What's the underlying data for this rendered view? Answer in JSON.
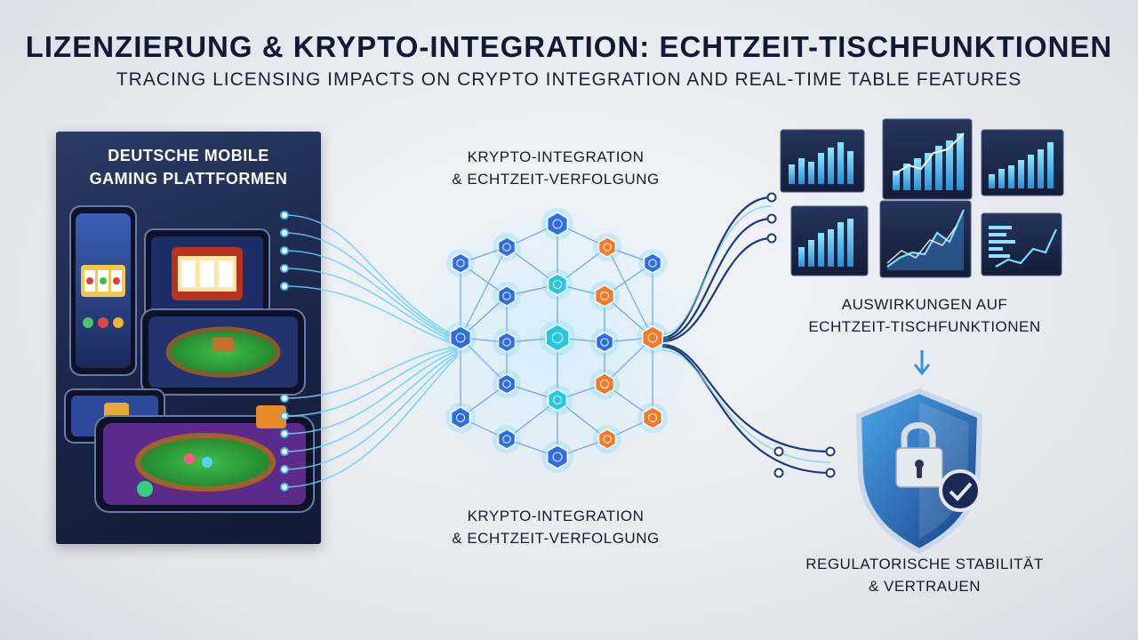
{
  "header": {
    "title": "Lizenzierung & Krypto-Integration: Echtzeit-Tischfunktionen",
    "subtitle": "Tracing Licensing Impacts on Crypto Integration and Real-Time Table Features"
  },
  "left_panel": {
    "title_line1": "Deutsche Mobile",
    "title_line2": "Gaming Plattformen"
  },
  "network": {
    "top_line1": "Krypto-Integration",
    "top_line2": "& Echtzeit-Verfolgung",
    "bottom_line1": "Krypto-Integration",
    "bottom_line2": "& Echtzeit-Verfolgung"
  },
  "right": {
    "impact_line1": "Auswirkungen auf",
    "impact_line2": "Echtzeit-Tischfunktionen",
    "stability_line1": "Regulatorische Stabilität",
    "stability_line2": "& Vertrauen"
  },
  "colors": {
    "node_blue": "#2f6ee0",
    "node_orange": "#f07b2a",
    "node_cyan": "#25c6e0",
    "glow": "#5fd4ff",
    "panel": "#1c2850",
    "shield": "#2a6fb8"
  },
  "icons": [
    "phone-icon",
    "tablet-icon",
    "slot-machine-icon",
    "poker-table-icon",
    "bar-chart-icon",
    "line-chart-icon",
    "shield-icon",
    "lock-icon",
    "check-icon",
    "arrow-down-icon"
  ]
}
